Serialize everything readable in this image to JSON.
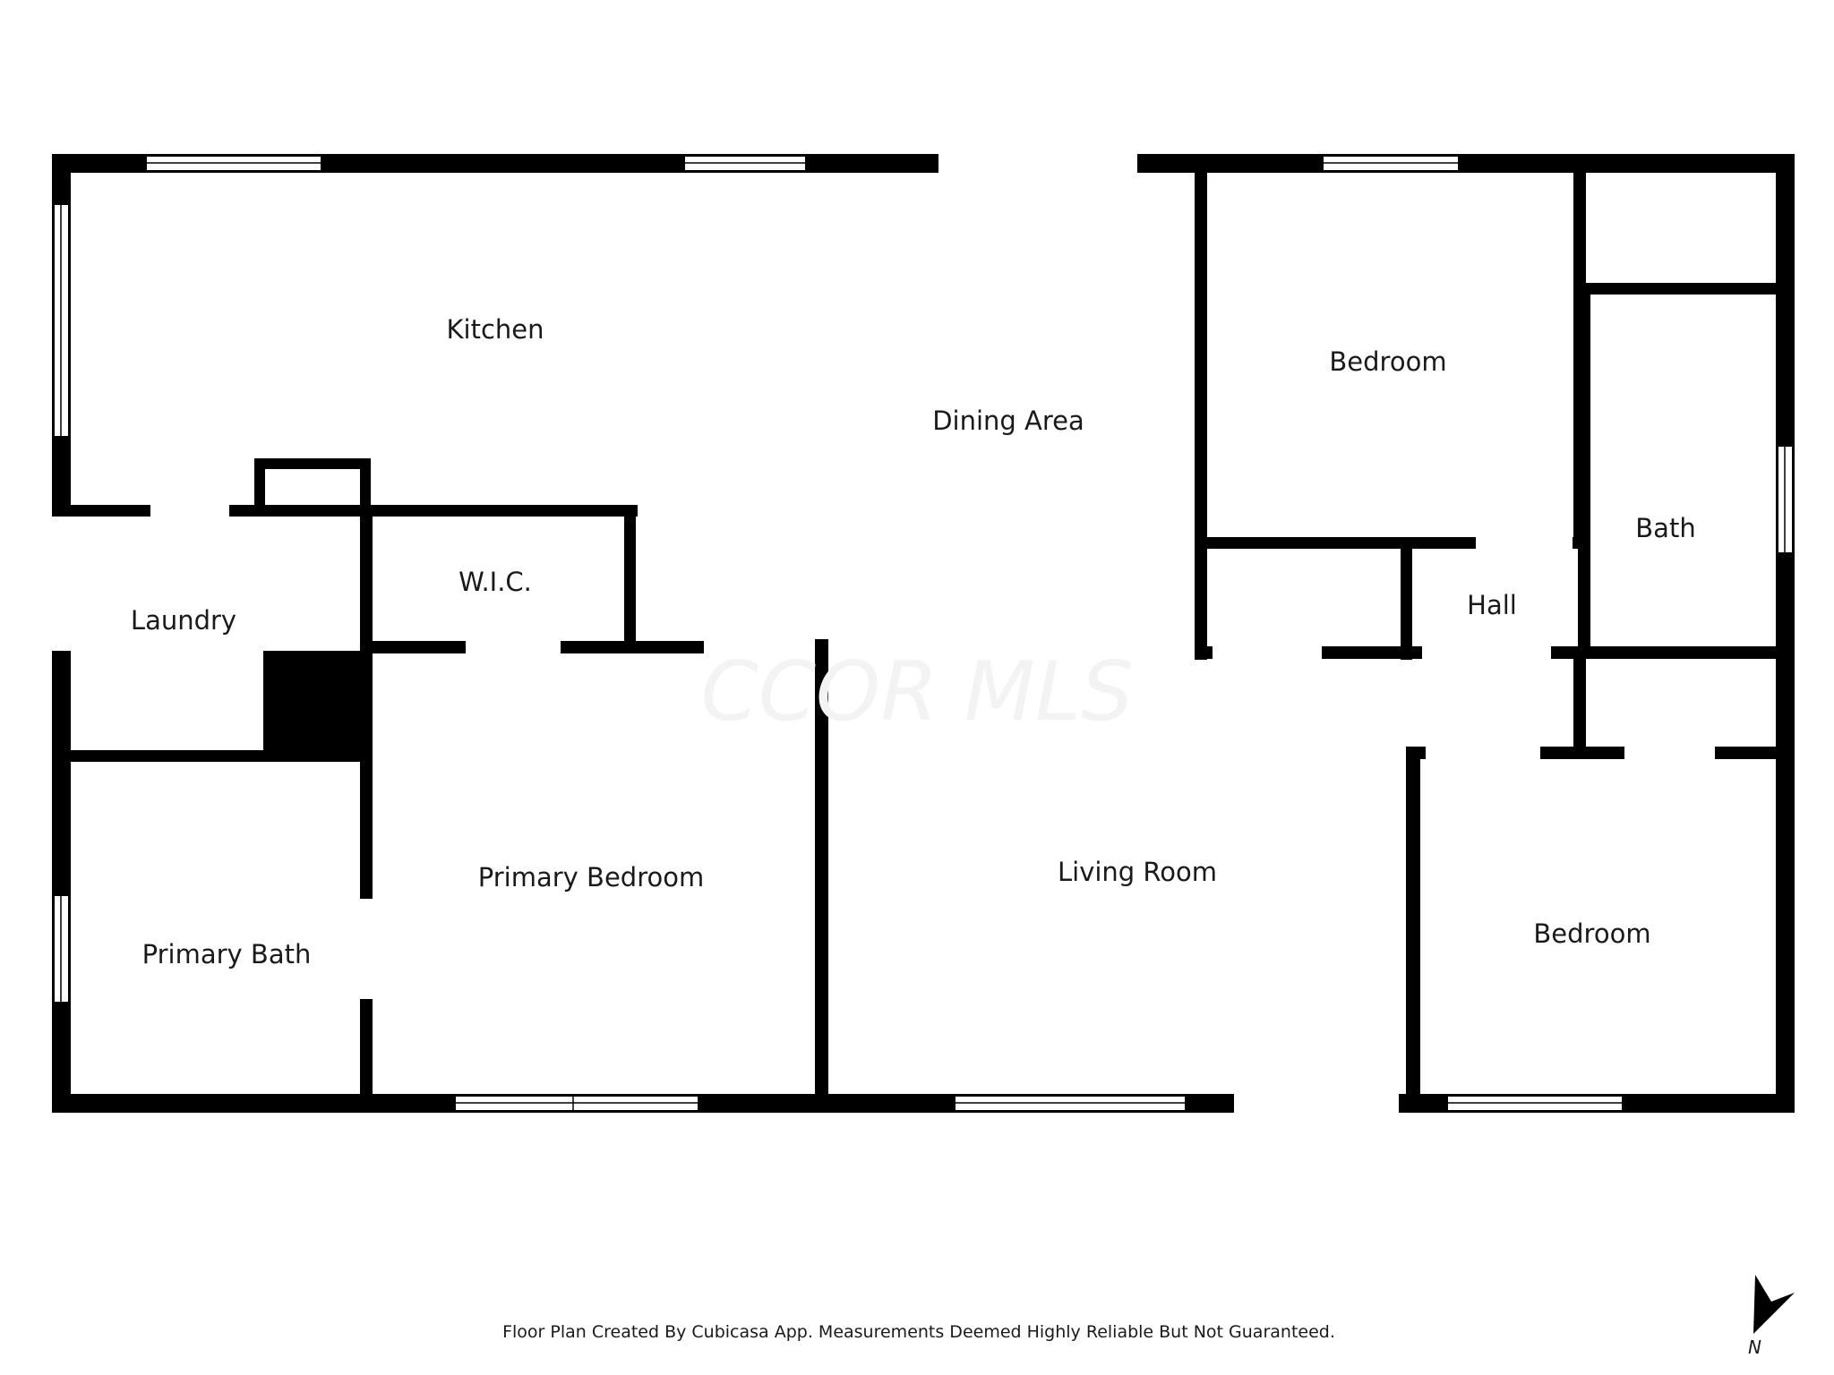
{
  "floor_plan": {
    "rooms": {
      "kitchen": "Kitchen",
      "dining_area": "Dining Area",
      "bedroom_top": "Bedroom",
      "bath": "Bath",
      "hall": "Hall",
      "laundry": "Laundry",
      "wic": "W.I.C.",
      "primary_bedroom": "Primary Bedroom",
      "primary_bath": "Primary Bath",
      "living_room": "Living Room",
      "bedroom_bottom": "Bedroom"
    },
    "watermark": "CCOR MLS",
    "footer_note": "Floor Plan Created By Cubicasa App. Measurements Deemed Highly Reliable But Not Guaranteed.",
    "compass_label": "N",
    "compass_icon": "north-arrow-icon"
  }
}
